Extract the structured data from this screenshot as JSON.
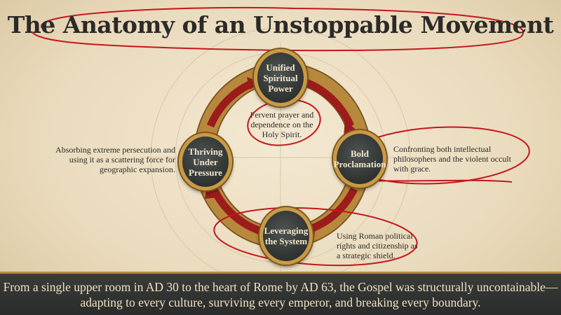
{
  "title": "The Anatomy of an Unstoppable Movement",
  "nodes": {
    "top": {
      "label": "Unified Spiritual Power",
      "description": "Fervent prayer and dependence on the Holy Spirit."
    },
    "right": {
      "label": "Bold Proclamation",
      "description": "Confronting both intellectual philosophers and the violent occult with grace."
    },
    "bottom": {
      "label": "Leveraging the System",
      "description": "Using Roman political rights and citizenship as a strategic shield."
    },
    "left": {
      "label": "Thriving Under Pressure",
      "description": "Absorbing extreme persecution and using it as a scattering force for geographic expansion."
    }
  },
  "footer": "From a single upper room in AD 30 to the heart of Rome by AD 63, the Gospel was structurally uncontainable—adapting to every culture, surviving every emperor, and breaking every boundary.",
  "colors": {
    "annotation": "#c4161c",
    "ring_gold": "#c99a45",
    "arrow_red": "#9c1c1c",
    "footer_bg": "#2f3130"
  }
}
